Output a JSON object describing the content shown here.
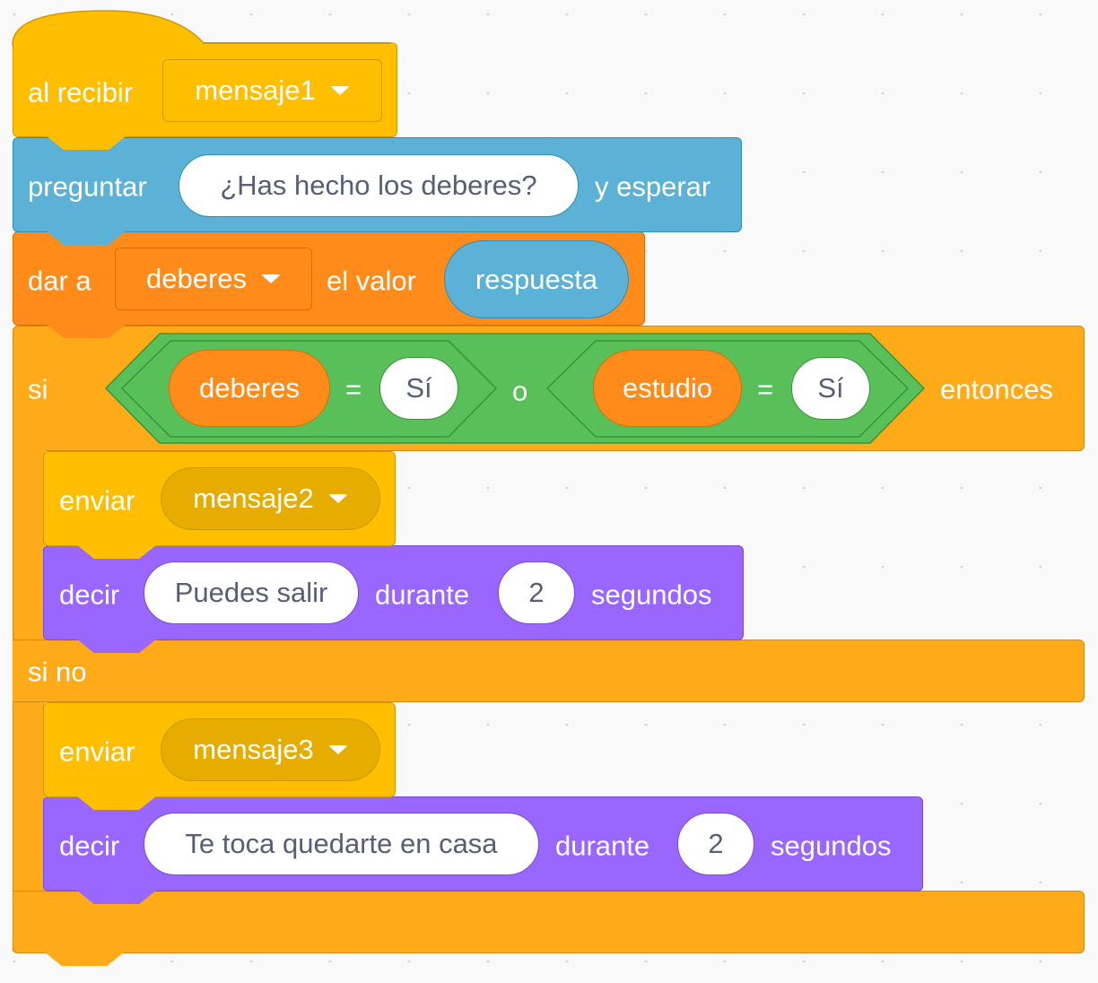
{
  "colors": {
    "events": "#FFBF00",
    "sensing": "#5CB1D6",
    "variables": "#FF8C1A",
    "control": "#FFAB19",
    "operators": "#59C059",
    "looks": "#9966FF"
  },
  "hat": {
    "label": "al recibir",
    "message": "mensaje1"
  },
  "ask": {
    "label": "preguntar",
    "question": "¿Has hecho los deberes?",
    "suffix": "y esperar"
  },
  "set": {
    "label": "dar a",
    "variable": "deberes",
    "middle": "el valor",
    "value": "respuesta"
  },
  "if": {
    "label": "si",
    "then": "entonces",
    "else": "si no",
    "cond1": {
      "variable": "deberes",
      "op": "=",
      "value": "Sí"
    },
    "or": "o",
    "cond2": {
      "variable": "estudio",
      "op": "=",
      "value": "Sí"
    }
  },
  "then_blocks": {
    "broadcast_label": "enviar",
    "broadcast_message": "mensaje2",
    "say_label": "decir",
    "say_text": "Puedes salir",
    "say_mid": "durante",
    "say_secs": "2",
    "say_end": "segundos"
  },
  "else_blocks": {
    "broadcast_label": "enviar",
    "broadcast_message": "mensaje3",
    "say_label": "decir",
    "say_text": "Te toca quedarte en casa",
    "say_mid": "durante",
    "say_secs": "2",
    "say_end": "segundos"
  }
}
